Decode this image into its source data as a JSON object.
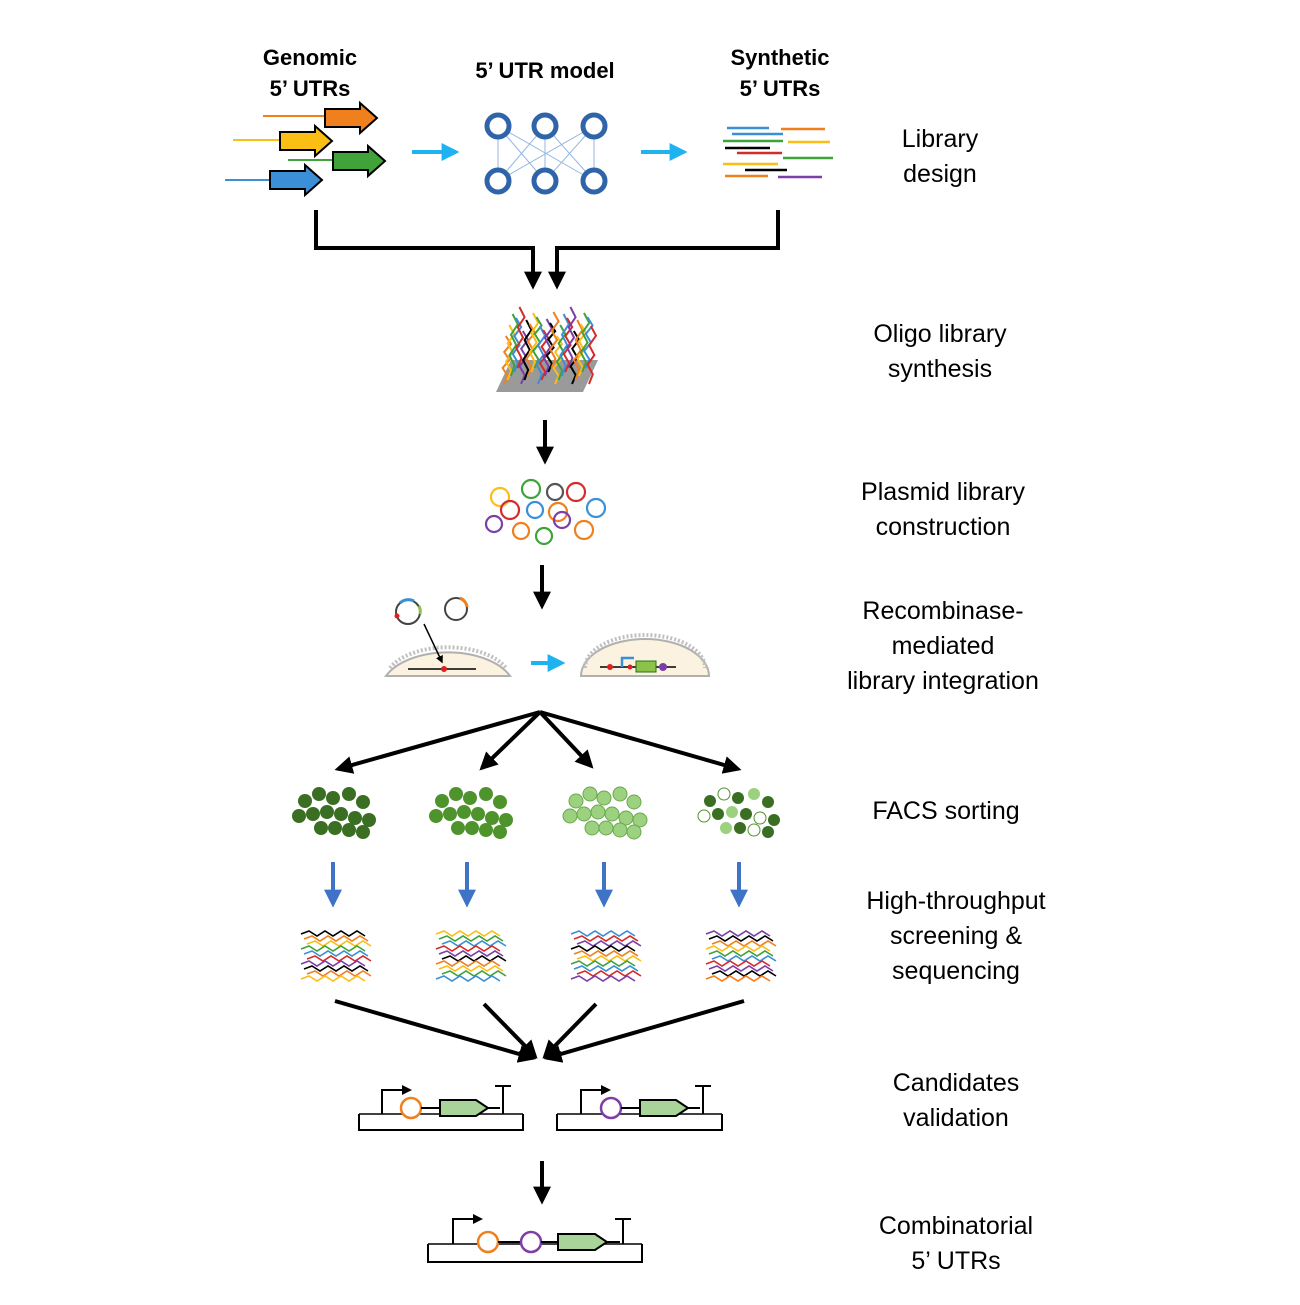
{
  "headers": {
    "genomic_line1": "Genomic",
    "genomic_line2": "5’ UTRs",
    "model": "5’ UTR model",
    "synthetic_line1": "Synthetic",
    "synthetic_line2": "5’ UTRs"
  },
  "steps": [
    {
      "line1": "Library",
      "line2": "design"
    },
    {
      "line1": "Oligo library",
      "line2": "synthesis"
    },
    {
      "line1": "Plasmid library",
      "line2": "construction"
    },
    {
      "line1": "Recombinase-",
      "line2": "mediated",
      "line3": "library integration"
    },
    {
      "line1": "FACS sorting"
    },
    {
      "line1": "High-throughput",
      "line2": "screening &",
      "line3": "sequencing"
    },
    {
      "line1": "Candidates",
      "line2": "validation"
    },
    {
      "line1": "Combinatorial",
      "line2": "5’ UTRs"
    }
  ],
  "colors": {
    "orange": "#f07f1e",
    "yellow": "#fbbe14",
    "green": "#3fa33a",
    "blue": "#3b8fd6",
    "cyan_arrow": "#1eb3f0",
    "node_blue": "#2f64a8",
    "seq_arrow_blue": "#3e73c8",
    "gene_green": "#a8d49a",
    "purple": "#7b3fa5",
    "dark_green": "#3a6e23",
    "mid_green": "#4f932d",
    "light_green": "#9bd17f",
    "nucleus_fill": "#fbf3df"
  }
}
